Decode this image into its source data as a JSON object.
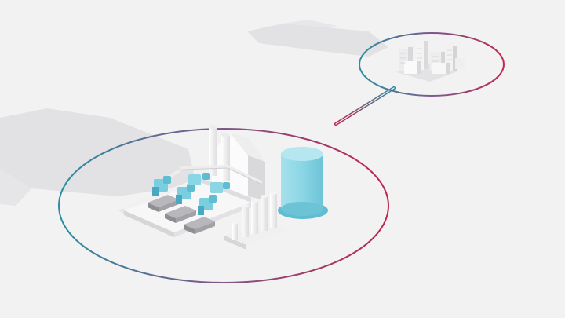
{
  "colors": {
    "background": "#f2f2f3",
    "ring_teal": "#2a8fa0",
    "ring_red": "#c0264f",
    "shadow": "#dcdcdf",
    "accent_cyan": "#79cfe0",
    "building_white": "#fbfbfb",
    "building_grey": "#d9d9db"
  },
  "nodes": [
    {
      "id": "power-plant",
      "icon": "plant-with-engines-and-storage-tank"
    },
    {
      "id": "city",
      "icon": "city-skyline"
    }
  ],
  "links": [
    {
      "from": "power-plant",
      "to": "city"
    }
  ]
}
